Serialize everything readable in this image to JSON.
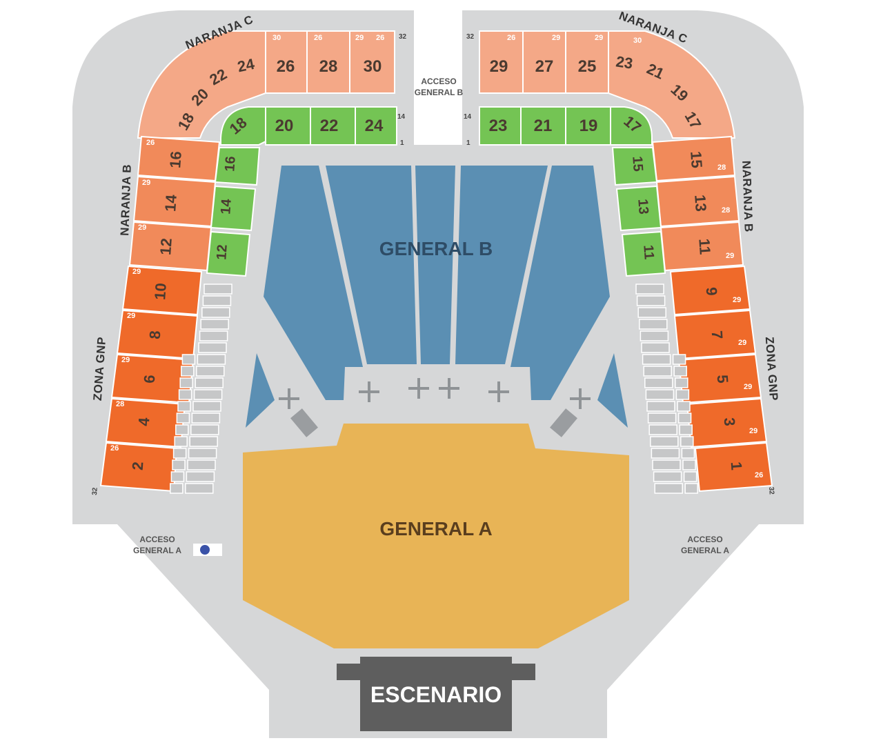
{
  "colors": {
    "floor": "#d6d7d8",
    "naranja_c": "#f4a887",
    "naranja_b": "#f18a5a",
    "zona_gnp": "#ef6a2a",
    "green": "#74c454",
    "general_b": "#5b8fb3",
    "general_a": "#e8b456",
    "stage": "#5e5e5e",
    "seat_gray": "#c6c7c8"
  },
  "zones": {
    "naranja_c": "NARANJA C",
    "naranja_b": "NARANJA B",
    "zona_gnp": "ZONA GNP"
  },
  "floor": {
    "general_a": "GENERAL A",
    "general_b": "GENERAL B",
    "stage": "ESCENARIO"
  },
  "access": {
    "left_top": "ACCESO",
    "left_bottom": "GENERAL A",
    "right_top": "ACCESO",
    "right_bottom": "GENERAL A",
    "center_top": "ACCESO",
    "center_bottom": "GENERAL B"
  },
  "edge_numbers": {
    "top_left": "32",
    "top_right": "32",
    "left_bottom": "32",
    "right_bottom": "32",
    "green_left_a": "14",
    "green_left_b": "1",
    "green_right_a": "14",
    "green_right_b": "1"
  },
  "sections": {
    "top_left_c": [
      "26",
      "28",
      "30"
    ],
    "top_left_c_curve": [
      "24",
      "22",
      "20",
      "18"
    ],
    "top_right_c": [
      "29",
      "27",
      "25"
    ],
    "top_right_c_curve": [
      "23",
      "21",
      "19",
      "17"
    ],
    "left_b": [
      "16",
      "14",
      "12"
    ],
    "left_gnp": [
      "10",
      "8",
      "6",
      "4",
      "2"
    ],
    "right_b": [
      "15",
      "13",
      "11"
    ],
    "right_gnp": [
      "9",
      "7",
      "5",
      "3",
      "1"
    ],
    "green_top_left": [
      "18",
      "20",
      "22",
      "24"
    ],
    "green_top_right": [
      "23",
      "21",
      "19",
      "17"
    ],
    "green_left": [
      "16",
      "14",
      "12"
    ],
    "green_right": [
      "15",
      "13",
      "11"
    ]
  },
  "row_labels": {
    "top_left": [
      "30",
      "26",
      "29",
      "26"
    ],
    "top_right": [
      "26",
      "29",
      "29",
      "30"
    ],
    "left": [
      "26",
      "29",
      "29",
      "29",
      "29",
      "29",
      "28",
      "26"
    ],
    "right": [
      "28",
      "28",
      "29",
      "29",
      "29",
      "29",
      "29",
      "26"
    ]
  }
}
